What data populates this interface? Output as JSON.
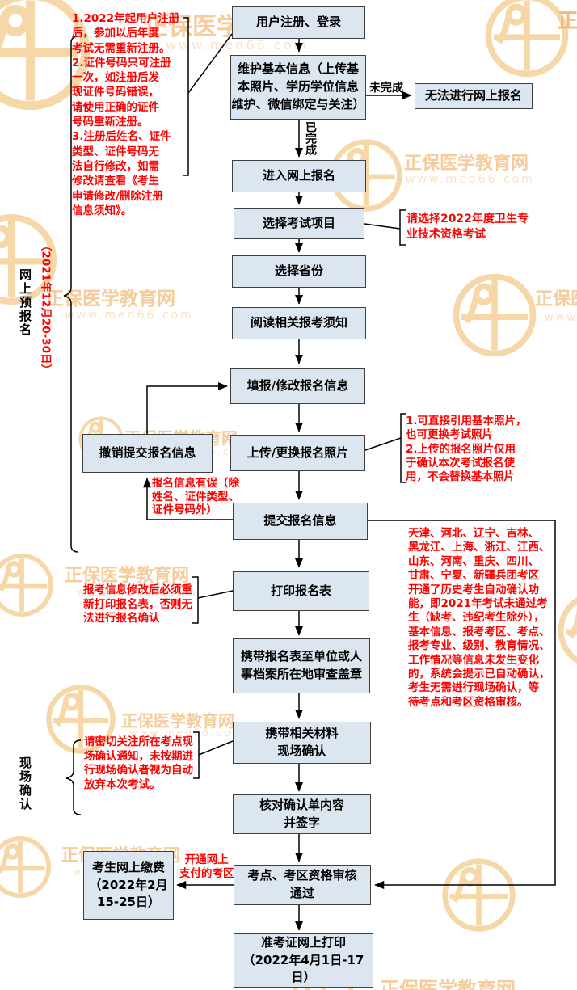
{
  "side_labels": {
    "pre_reg": "网上预报名",
    "pre_reg_date": "（2021年12月20-30日）",
    "onsite": "现场确认"
  },
  "boxes": {
    "user_register": "用户注册、登录",
    "maintain_info": "维护基本信息（上传基\n本照片、学历学位信息\n维护、微信绑定与关注）",
    "cannot_register": "无法进行网上报名",
    "enter_online": "进入网上报名",
    "select_exam": "选择考试项目",
    "select_province": "选择省份",
    "read_notice": "阅读相关报考须知",
    "fill_modify": "填报/修改报名信息",
    "cancel_submit": "撤销提交报名信息",
    "upload_photo": "上传/更换报名照片",
    "submit_info": "提交报名信息",
    "print_form": "打印报名表",
    "carry_form": "携带报名表至单位或人\n事档案所在地审查盖章",
    "onsite_confirm": "携带相关材料\n现场确认",
    "check_sign": "核对确认单内容\n并签字",
    "pay_online": "考生网上缴费\n（2022年2月\n15-25日）",
    "audit_pass": "考点、考区资格审核\n通过",
    "print_ticket": "准考证网上打印\n（2022年4月1日-17日）"
  },
  "edge_labels": {
    "not_done": "未完成",
    "done": "已完成",
    "pay_region": "开通网上\n支付的考区"
  },
  "notes": {
    "register_note": "1.2022年起用户注册\n后，参加以后年度\n考试无需重新注册。\n2.证件号码只可注册\n一次，如注册后发\n现证件号码错误，\n请使用正确的证件\n号码重新注册。\n3.注册后姓名、证件\n类型、证件号码无\n法自行修改，如需\n修改请查看《考生\n申请修改/删除注册\n信息须知》。",
    "exam_note": "请选择2022年度卫生专\n业技术资格考试",
    "photo_note": "1.可直接引用基本照片，\n也可更换考试照片\n2.上传的报名照片仅用\n于确认本次考试报名使\n用，不会替换基本照片",
    "error_note": "报名信息有误（除\n姓名、证件类型、\n证件号码外）",
    "reprint_note": "报考信息修改后必须重\n新打印报名表，否则无\n法进行报名确认",
    "onsite_note": "请密切关注所在考点现\n场确认通知，未按期进\n行现场确认者视为自动\n放弃本次考试。",
    "auto_confirm_note": "天津、河北、辽宁、吉林、\n黑龙江、上海、浙江、江西、\n山东、河南、重庆、四川、\n甘肃、宁夏、新疆兵团考区\n开通了历史考生自动确认功\n能，即2021年考试未通过考\n生（缺考、违纪考生除外），\n基本信息、报考考区、考点、\n报考专业、级别、教育情况、\n工作情况等信息未发生变化\n的，系统会提示已自动确认，\n考生无需进行现场确认，等\n待考点和考区资格审核。"
  },
  "watermark": {
    "brand": "正保医学教育网",
    "url": "www.med66.com"
  },
  "colors": {
    "box_fill": "#dce6f1",
    "box_border": "#404040",
    "note_red": "#ff0000",
    "line": "#000000",
    "watermark_text": "#f5cd9c",
    "watermark_url": "#f9e2c4",
    "watermark_logo": "#f6d7a8"
  }
}
